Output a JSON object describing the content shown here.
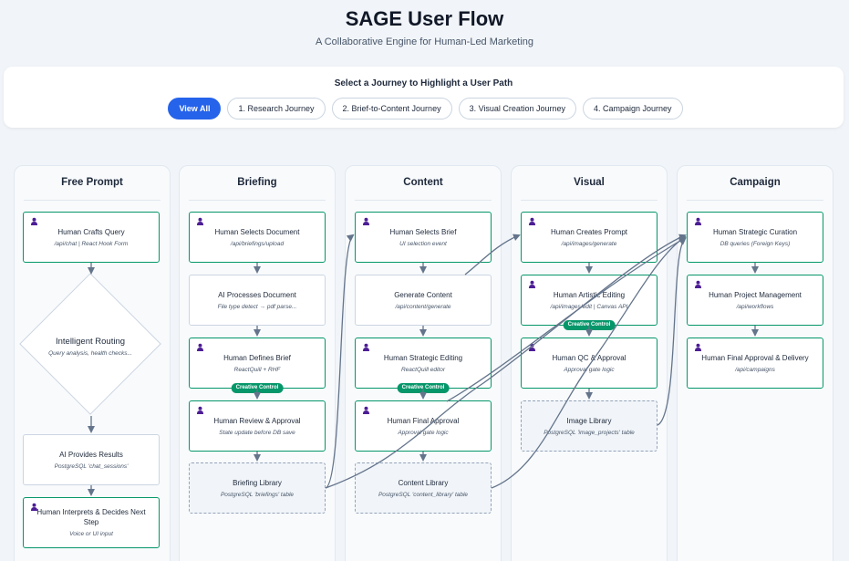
{
  "header": {
    "title": "SAGE User Flow",
    "subtitle": "A Collaborative Engine for Human-Led Marketing"
  },
  "selector": {
    "title": "Select a Journey to Highlight a User Path",
    "buttons": [
      {
        "label": "View All",
        "active": true
      },
      {
        "label": "1. Research Journey",
        "active": false
      },
      {
        "label": "2. Brief-to-Content Journey",
        "active": false
      },
      {
        "label": "3. Visual Creation Journey",
        "active": false
      },
      {
        "label": "4. Campaign Journey",
        "active": false
      }
    ]
  },
  "lanes": [
    {
      "title": "Free Prompt"
    },
    {
      "title": "Briefing"
    },
    {
      "title": "Content"
    },
    {
      "title": "Visual"
    },
    {
      "title": "Campaign"
    }
  ],
  "nodes": {
    "fp_query": {
      "title": "Human Crafts Query",
      "sub": "/api/chat | React Hook Form"
    },
    "fp_routing": {
      "title": "Intelligent Routing",
      "sub": "Query analysis, health checks..."
    },
    "fp_results": {
      "title": "AI Provides Results",
      "sub": "PostgreSQL 'chat_sessions'"
    },
    "fp_interpret": {
      "title": "Human Interprets & Decides Next Step",
      "sub": "Voice or UI input"
    },
    "br_select": {
      "title": "Human Selects Document",
      "sub": "/api/briefings/upload"
    },
    "br_process": {
      "title": "AI Processes Document",
      "sub": "File type detect → pdf parse..."
    },
    "br_define": {
      "title": "Human Defines Brief",
      "sub": "ReactQuill + RHF"
    },
    "br_review": {
      "title": "Human Review & Approval",
      "sub": "State update before DB save"
    },
    "br_library": {
      "title": "Briefing Library",
      "sub": "PostgreSQL 'briefings' table"
    },
    "ct_select": {
      "title": "Human Selects Brief",
      "sub": "UI selection event"
    },
    "ct_generate": {
      "title": "Generate Content",
      "sub": "/api/content/generate"
    },
    "ct_edit": {
      "title": "Human Strategic Editing",
      "sub": "ReactQuill editor"
    },
    "ct_approve": {
      "title": "Human Final Approval",
      "sub": "Approval gate logic"
    },
    "ct_library": {
      "title": "Content Library",
      "sub": "PostgreSQL 'content_library' table"
    },
    "vi_prompt": {
      "title": "Human Creates Prompt",
      "sub": "/api/images/generate"
    },
    "vi_edit": {
      "title": "Human Artistic Editing",
      "sub": "/api/images/edit | Canvas API"
    },
    "vi_qc": {
      "title": "Human QC & Approval",
      "sub": "Approval gate logic"
    },
    "vi_library": {
      "title": "Image Library",
      "sub": "PostgreSQL 'image_projects' table"
    },
    "ca_curation": {
      "title": "Human Strategic Curation",
      "sub": "DB queries (Foreign Keys)"
    },
    "ca_manage": {
      "title": "Human Project Management",
      "sub": "/api/workflows"
    },
    "ca_final": {
      "title": "Human Final Approval & Delivery",
      "sub": "/api/campaigns"
    }
  },
  "badges": {
    "creative_control": "Creative Control"
  },
  "colors": {
    "human_border": "#059669",
    "primary": "#2563eb",
    "arrow": "#64748b",
    "badge": "#059669",
    "person_icon": "#4c1d95"
  }
}
